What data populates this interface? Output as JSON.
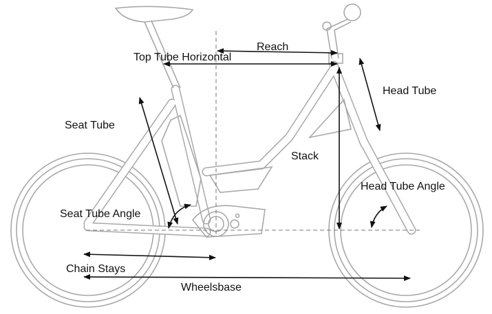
{
  "labels": {
    "reach": "Reach",
    "top_tube_horizontal": "Top Tube Horizontal",
    "head_tube": "Head Tube",
    "seat_tube": "Seat Tube",
    "stack": "Stack",
    "head_tube_angle": "Head Tube Angle",
    "seat_tube_angle": "Seat Tube Angle",
    "chain_stays": "Chain Stays",
    "wheelbase": "Wheelsbase"
  },
  "colors": {
    "frame": "#a8a8a8",
    "dimension": "#111111"
  }
}
